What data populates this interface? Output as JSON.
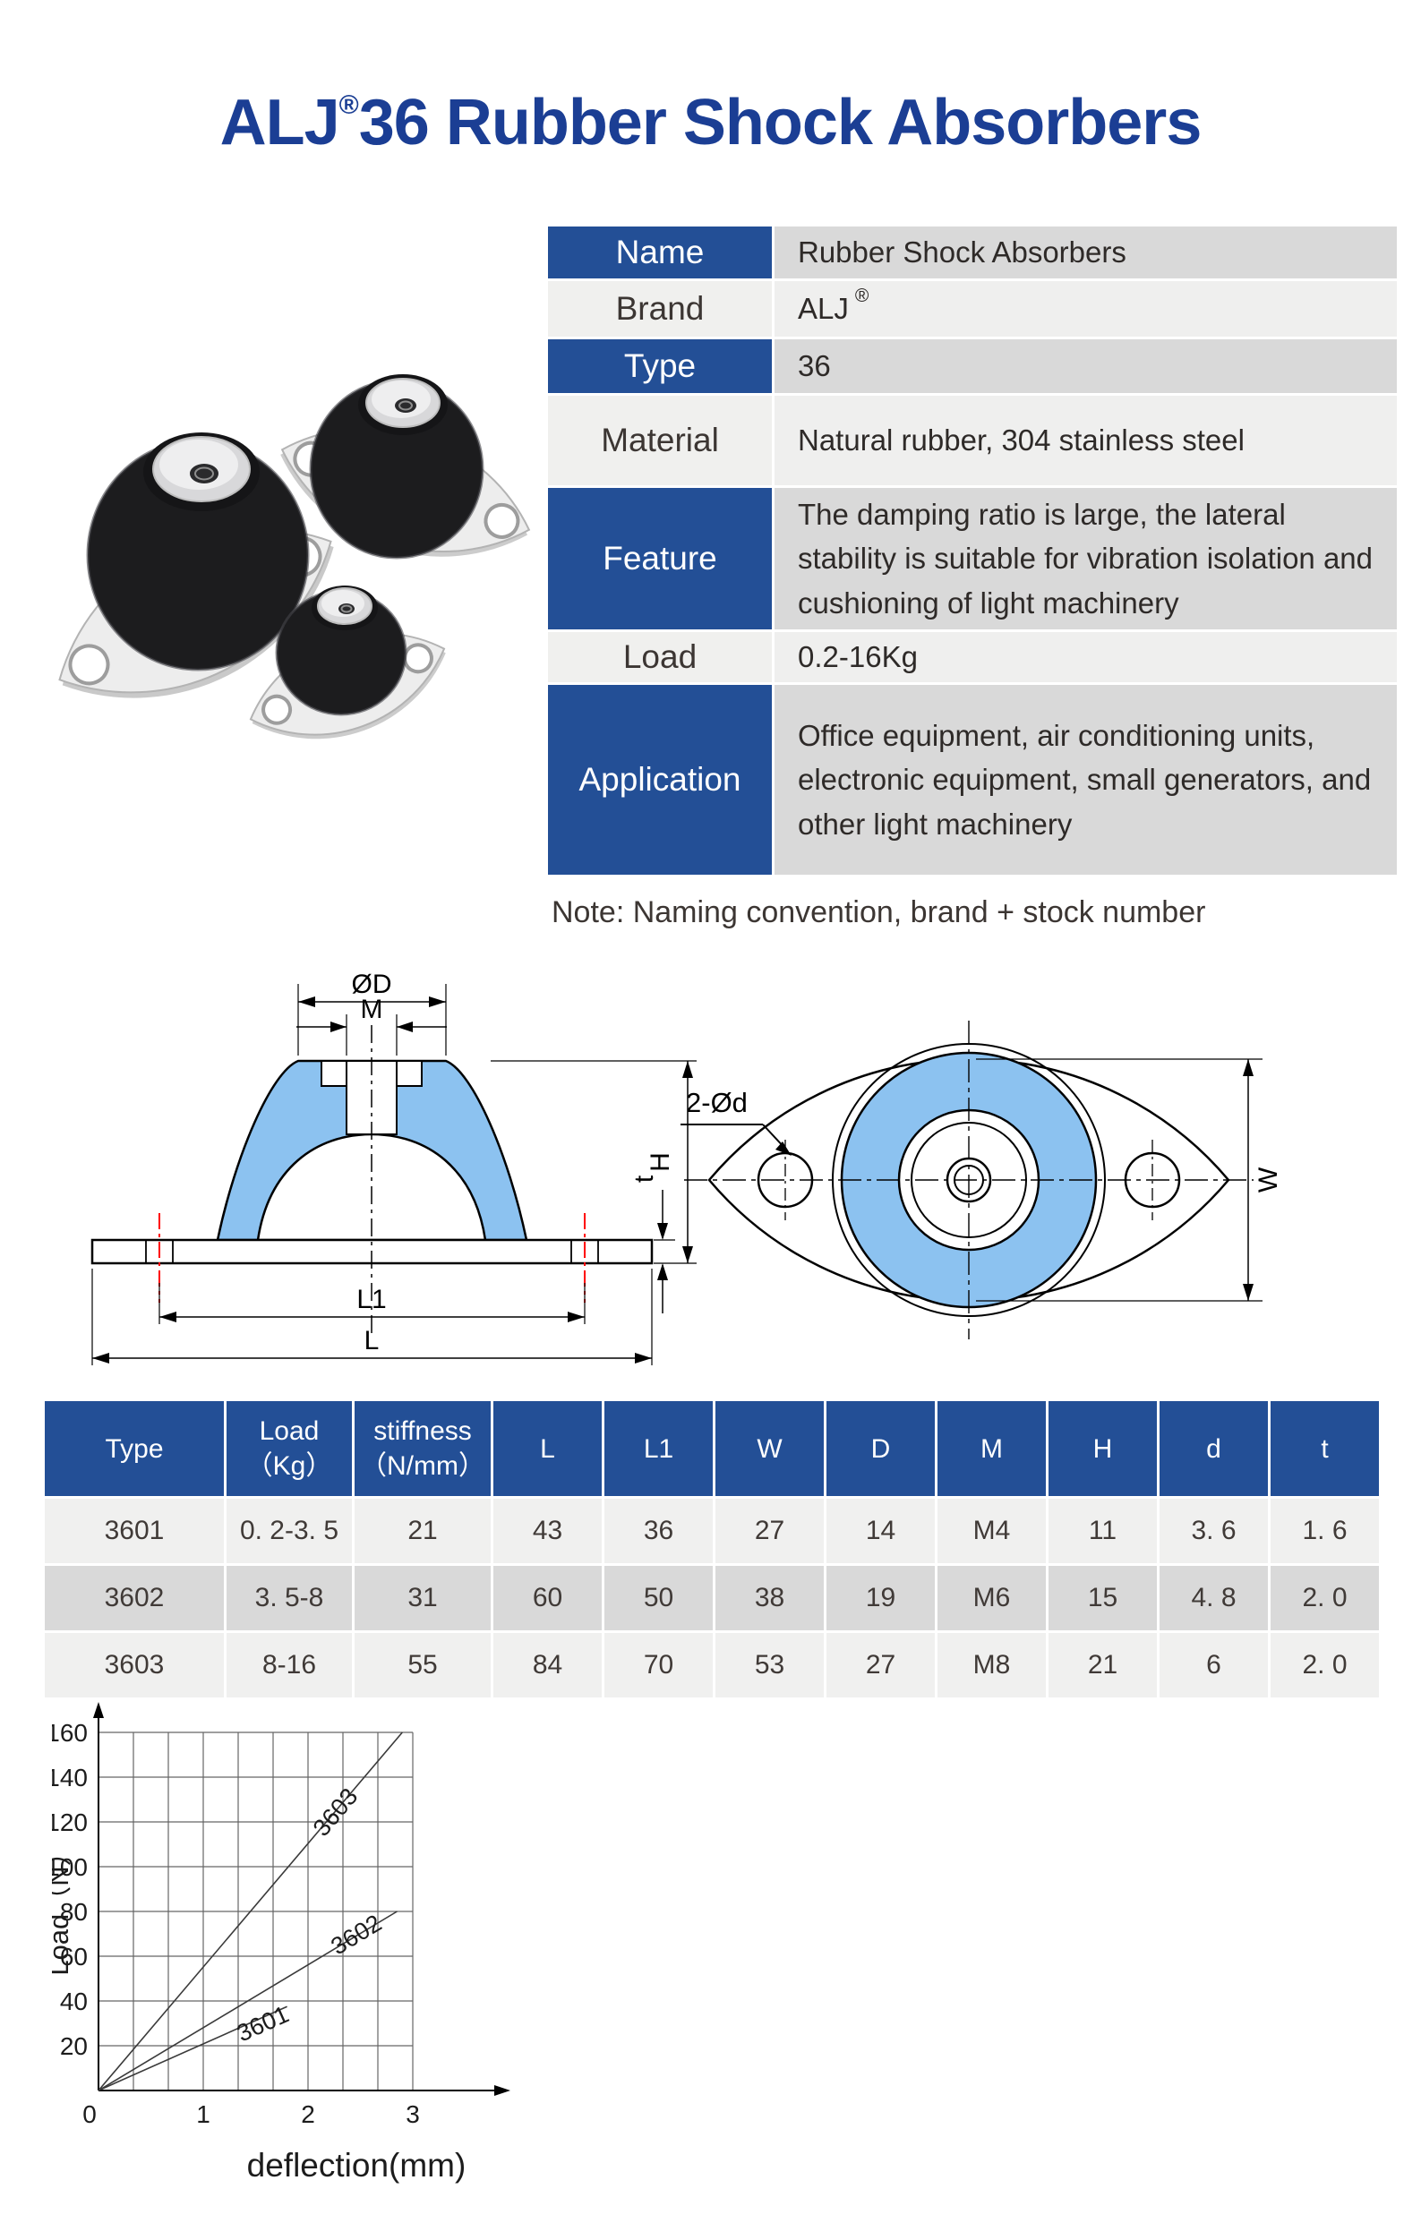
{
  "title": {
    "brand": "ALJ",
    "reg": "®",
    "rest": "36 Rubber Shock Absorbers",
    "color": "#1b3e94"
  },
  "spec_table": {
    "rows": [
      {
        "label": "Name",
        "value": "Rubber Shock Absorbers"
      },
      {
        "label": "Brand",
        "value": "ALJ",
        "sup": "®"
      },
      {
        "label": "Type",
        "value": "36"
      },
      {
        "label": "Material",
        "value": "Natural rubber, 304 stainless steel"
      },
      {
        "label": "Feature",
        "value": "The damping ratio is large, the lateral stability is suitable for vibration isolation and cushioning of light machinery"
      },
      {
        "label": "Load",
        "value": "0.2-16Kg"
      },
      {
        "label": "Application",
        "value": "Office equipment, air conditioning units, electronic equipment, small generators, and other light machinery"
      }
    ]
  },
  "note": "Note: Naming convention, brand + stock number",
  "drawings": {
    "side": {
      "labels": {
        "diameter_top": "ØD",
        "thread": "M",
        "plate_thickness": "t",
        "height": "H",
        "hole_span": "L1",
        "length": "L"
      }
    },
    "top": {
      "labels": {
        "holes": "2-Ød",
        "width": "W"
      }
    },
    "fill_color": "#8cc2f0",
    "centerline_red": "#ff0000"
  },
  "dim_table": {
    "headers": [
      {
        "l1": "Type"
      },
      {
        "l1": "Load",
        "l2": "（Kg）"
      },
      {
        "l1": "stiffness",
        "l2": "（N/mm）"
      },
      {
        "l1": "L"
      },
      {
        "l1": "L1"
      },
      {
        "l1": "W"
      },
      {
        "l1": "D"
      },
      {
        "l1": "M"
      },
      {
        "l1": "H"
      },
      {
        "l1": "d"
      },
      {
        "l1": "t"
      }
    ],
    "rows": [
      [
        "3601",
        "0. 2-3. 5",
        "21",
        "43",
        "36",
        "27",
        "14",
        "M4",
        "11",
        "3. 6",
        "1. 6"
      ],
      [
        "3602",
        "3. 5-8",
        "31",
        "60",
        "50",
        "38",
        "19",
        "M6",
        "15",
        "4. 8",
        "2. 0"
      ],
      [
        "3603",
        "8-16",
        "55",
        "84",
        "70",
        "53",
        "27",
        "M8",
        "21",
        "6",
        "2. 0"
      ]
    ]
  },
  "chart_data": {
    "type": "line",
    "title": "",
    "xlabel": "deflection(mm)",
    "ylabel": "Load（N）",
    "xlim": [
      0,
      3.45
    ],
    "ylim": [
      0,
      168
    ],
    "x_ticks": [
      0,
      1,
      2,
      3
    ],
    "y_ticks": [
      20,
      40,
      60,
      80,
      100,
      120,
      140,
      160
    ],
    "grid": "on",
    "grid_x_step_mm": 0.333,
    "grid_y_step_N": 20,
    "legend_position": "labels-on-lines",
    "series": [
      {
        "name": "3601",
        "stiffness_N_per_mm": 21,
        "points": [
          [
            0,
            0
          ],
          [
            1.8,
            37.5
          ]
        ],
        "label_pos": [
          1.6,
          26.5
        ]
      },
      {
        "name": "3602",
        "stiffness_N_per_mm": 31,
        "points": [
          [
            0,
            0
          ],
          [
            2.85,
            80
          ]
        ],
        "label_pos": [
          2.5,
          66.5
        ]
      },
      {
        "name": "3603",
        "stiffness_N_per_mm": 55,
        "points": [
          [
            0,
            0
          ],
          [
            2.9,
            160
          ]
        ],
        "label_pos": [
          2.32,
          122
        ]
      }
    ]
  },
  "colors": {
    "table_blue": "#234f96",
    "title_blue": "#1b3e94",
    "row_gray": "#d9d9d9",
    "row_light": "#f0f0ef",
    "drawing_blue": "#8cc2f0",
    "centerline_red": "#ff0000"
  }
}
